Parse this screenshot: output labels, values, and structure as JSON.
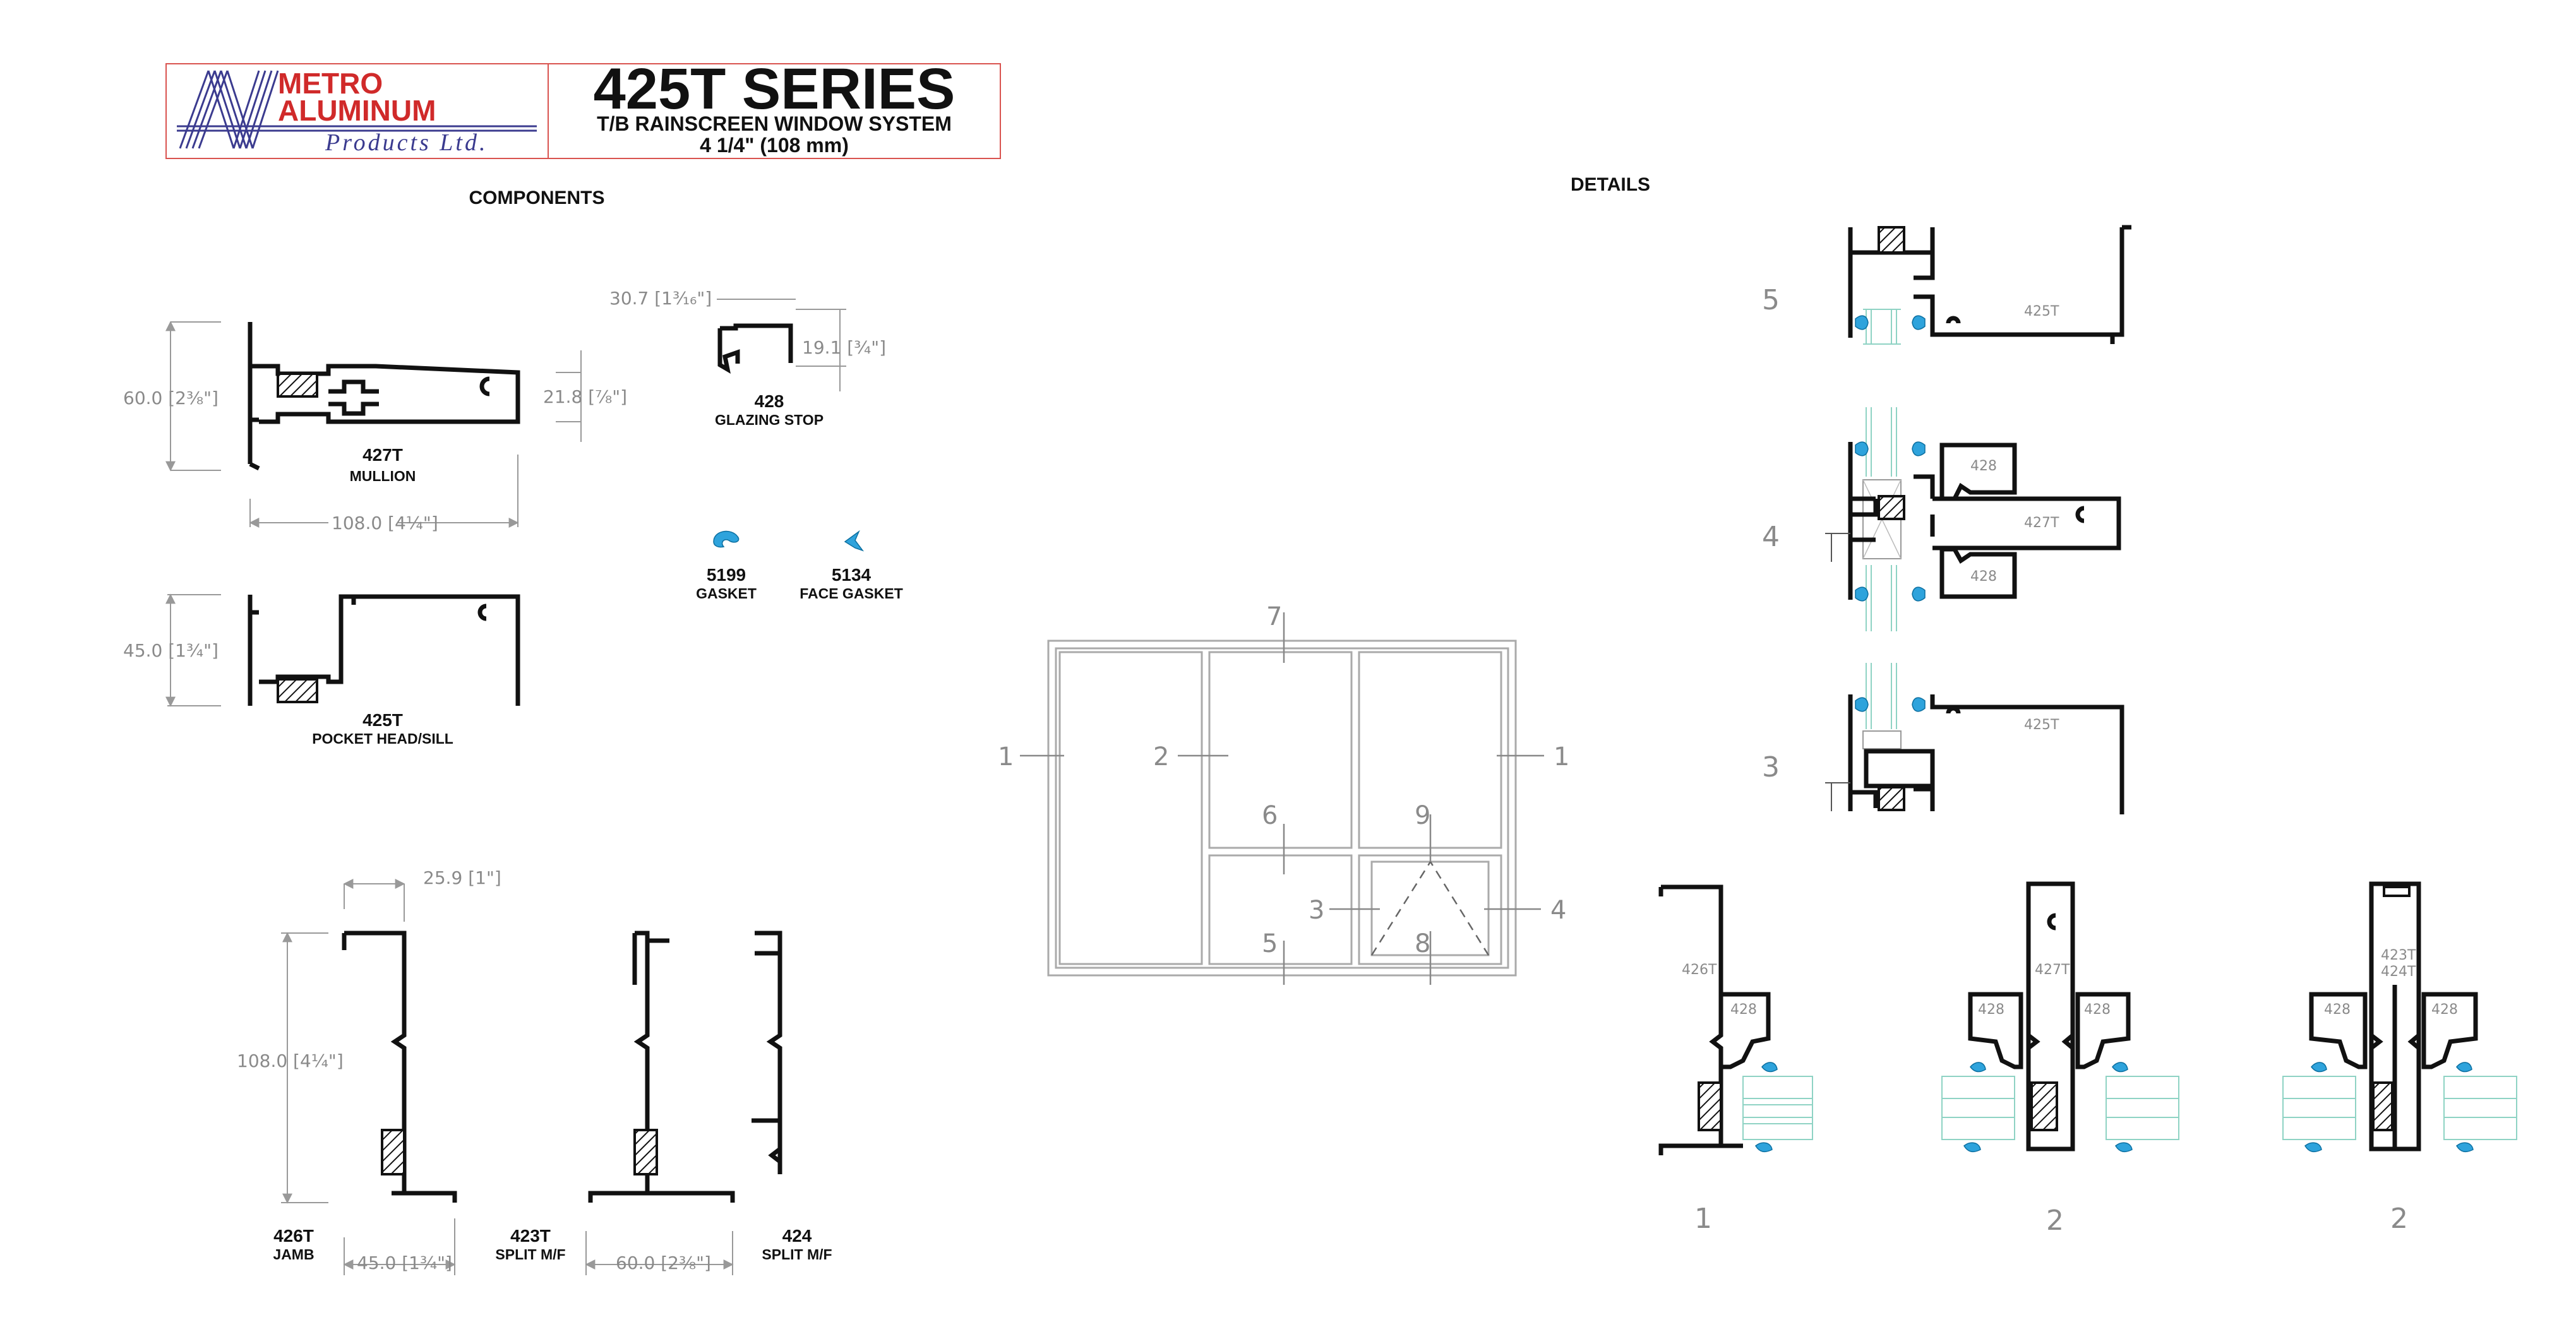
{
  "header": {
    "logo_line1": "METRO",
    "logo_line2": "ALUMINUM",
    "logo_line3": "Products Ltd.",
    "series_title": "425T SERIES",
    "series_subtitle": "T/B RAINSCREEN WINDOW SYSTEM",
    "series_size": "4 1/4\" (108 mm)"
  },
  "sections": {
    "components_title": "COMPONENTS",
    "details_title": "DETAILS"
  },
  "components": [
    {
      "code": "427T",
      "name": "MULLION",
      "dims": [
        "60.0 [2⅜\"]",
        "21.8 [⅞\"]",
        "108.0 [4¼\"]"
      ]
    },
    {
      "code": "428",
      "name": "GLAZING STOP",
      "dims": [
        "30.7 [1³⁄₁₆\"]",
        "19.1 [¾\"]"
      ]
    },
    {
      "code": "5199",
      "name": "GASKET"
    },
    {
      "code": "5134",
      "name": "FACE GASKET"
    },
    {
      "code": "425T",
      "name": "POCKET HEAD/SILL",
      "dims": [
        "45.0 [1¾\"]"
      ]
    },
    {
      "code": "426T",
      "name": "JAMB",
      "dims": [
        "25.9 [1\"]",
        "108.0 [4¼\"]",
        "45.0 [1¾\"]"
      ]
    },
    {
      "code": "423T",
      "name": "SPLIT M/F",
      "dims": [
        "60.0 [2⅜\"]"
      ]
    },
    {
      "code": "424",
      "name": "SPLIT M/F"
    }
  ],
  "elevation": {
    "callouts": [
      "7",
      "1",
      "2",
      "1",
      "6",
      "9",
      "3",
      "4",
      "5",
      "8"
    ]
  },
  "details": {
    "section_numbers": [
      "5",
      "4",
      "3",
      "1",
      "2",
      "2"
    ],
    "labels": {
      "d5": "425T",
      "d4_top": "428",
      "d4_mid": "427T",
      "d4_bot": "428",
      "d3": "425T",
      "d1_a": "426T",
      "d1_b": "428",
      "d2a_a": "427T",
      "d2a_b": "428",
      "d2a_c": "428",
      "d2b_a": "423T",
      "d2b_b": "424T",
      "d2b_c": "428",
      "d2b_d": "428"
    }
  }
}
